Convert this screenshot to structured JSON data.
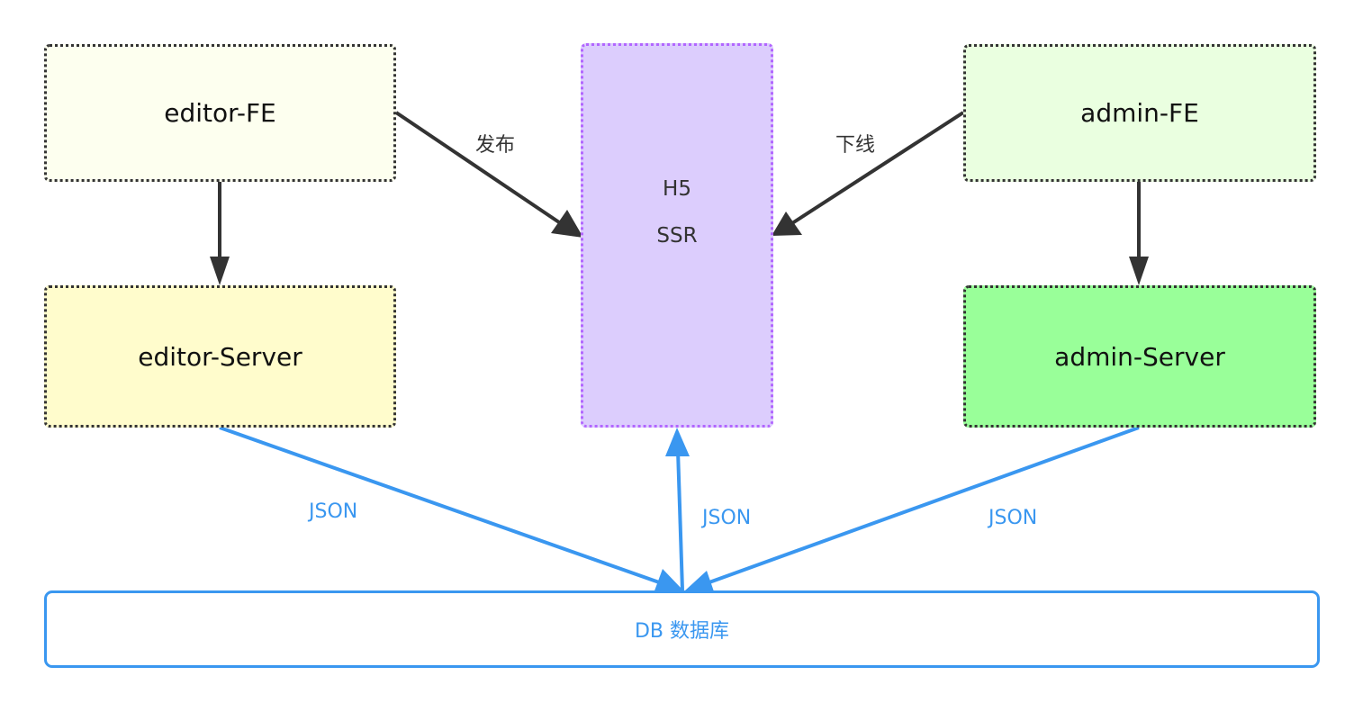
{
  "nodes": {
    "editor_fe": "editor-FE",
    "admin_fe": "admin-FE",
    "editor_server": "editor-Server",
    "admin_server": "admin-Server",
    "h5": {
      "line1": "H5",
      "line2": "SSR"
    },
    "db": "DB 数据库"
  },
  "edge_labels": {
    "publish": "发布",
    "offline": "下线",
    "json_left": "JSON",
    "json_mid": "JSON",
    "json_right": "JSON"
  },
  "colors": {
    "arrow_dark": "#333333",
    "arrow_blue": "#3a97f0",
    "editor_fe_fill": "#fdffef",
    "admin_fe_fill": "#eaffe0",
    "editor_server_fill": "#fffccc",
    "admin_server_fill": "#99ff99",
    "h5_fill": "#dccdfd",
    "h5_border": "#b266ff"
  }
}
